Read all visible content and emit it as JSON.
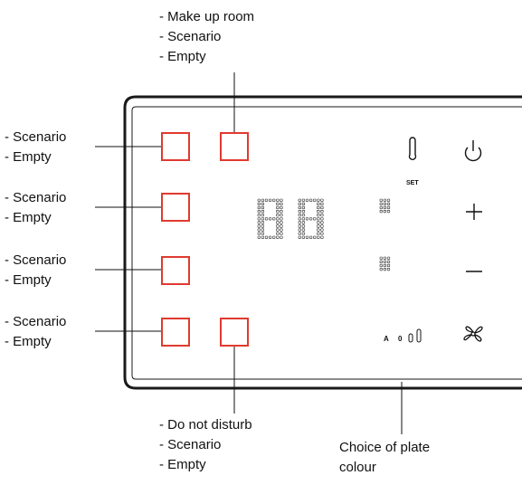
{
  "labels": {
    "top_key": [
      "- Make up room",
      "- Scenario",
      "- Empty"
    ],
    "left_key_1": [
      "- Scenario",
      "- Empty"
    ],
    "left_key_2": [
      "- Scenario",
      "- Empty"
    ],
    "left_key_3": [
      "- Scenario",
      "- Empty"
    ],
    "left_key_4": [
      "- Scenario",
      "- Empty"
    ],
    "bottom_key": [
      "- Do not disturb",
      "- Scenario",
      "- Empty"
    ],
    "plate": [
      "Choice of plate",
      "colour"
    ]
  },
  "device": {
    "set_label": "SET",
    "fan_speeds": [
      "A",
      "0"
    ],
    "icons": [
      "thermometer-icon",
      "power-icon",
      "plus-icon",
      "minus-icon",
      "fan-icon",
      "fan-speed-bars-icon"
    ]
  },
  "colors": {
    "key_outline": "#e03a2f",
    "frame": "#1a1a1a",
    "leader_line": "#111111"
  }
}
